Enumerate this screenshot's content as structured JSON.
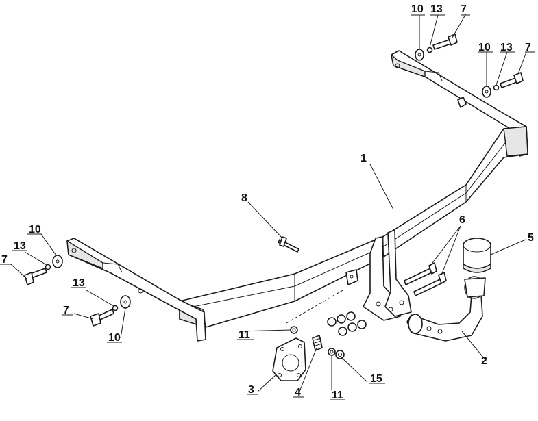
{
  "diagram": {
    "callouts": [
      {
        "id": "bar-1",
        "label": "1"
      },
      {
        "id": "ball-2",
        "label": "2"
      },
      {
        "id": "socket-plate-3",
        "label": "3"
      },
      {
        "id": "spring-4",
        "label": "4"
      },
      {
        "id": "cap-5",
        "label": "5"
      },
      {
        "id": "bolts-6",
        "label": "6"
      },
      {
        "id": "bolt-top-left-7",
        "label": "7"
      },
      {
        "id": "bolt-top-right-7",
        "label": "7"
      },
      {
        "id": "bolt-left-upper-7",
        "label": "7"
      },
      {
        "id": "bolt-left-lower-7",
        "label": "7"
      },
      {
        "id": "pin-8",
        "label": "8"
      },
      {
        "id": "washer-top-left-10",
        "label": "10"
      },
      {
        "id": "washer-top-right-10",
        "label": "10"
      },
      {
        "id": "washer-left-upper-10",
        "label": "10"
      },
      {
        "id": "washer-left-lower-10",
        "label": "10"
      },
      {
        "id": "washer-11-left",
        "label": "11"
      },
      {
        "id": "washer-11-bottom",
        "label": "11"
      },
      {
        "id": "lock-top-left-13",
        "label": "13"
      },
      {
        "id": "lock-top-right-13",
        "label": "13"
      },
      {
        "id": "lock-left-upper-13",
        "label": "13"
      },
      {
        "id": "lock-left-lower-13",
        "label": "13"
      },
      {
        "id": "nut-15",
        "label": "15"
      }
    ]
  }
}
